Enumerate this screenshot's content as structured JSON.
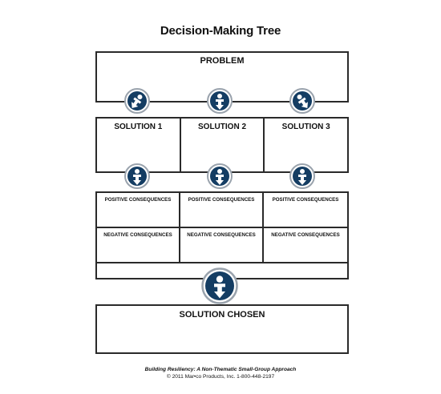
{
  "title": "Decision-Making Tree",
  "problem": {
    "label": "PROBLEM"
  },
  "solutions": [
    {
      "label": "SOLUTION 1"
    },
    {
      "label": "SOLUTION 2"
    },
    {
      "label": "SOLUTION 3"
    }
  ],
  "consequences": {
    "positive_label": "POSITIVE CONSEQUENCES",
    "negative_label": "NEGATIVE CONSEQUENCES"
  },
  "chosen": {
    "label": "SOLUTION CHOSEN"
  },
  "icons": {
    "connector": "person-arrow-icon"
  },
  "colors": {
    "icon_fill": "#143d63",
    "icon_ring": "#9aa3ad",
    "border": "#2a2a2a"
  },
  "footer": {
    "book_title": "Building Resiliency: A Non-Thematic Small-Group Approach",
    "copyright": "© 2011 Mar•co Products, Inc. 1-800-448-2197"
  }
}
